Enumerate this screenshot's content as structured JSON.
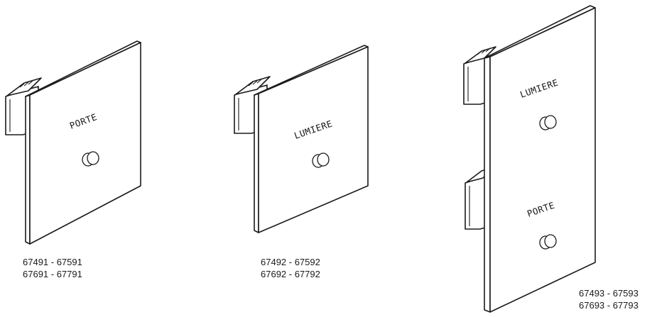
{
  "products": [
    {
      "labels": [
        "PORTE"
      ],
      "codes": [
        "67491 - 67591",
        "67691 - 67791"
      ]
    },
    {
      "labels": [
        "LUMIERE"
      ],
      "codes": [
        "67492 - 67592",
        "67692 - 67792"
      ]
    },
    {
      "labels": [
        "LUMIERE",
        "PORTE"
      ],
      "codes": [
        "67493 - 67593",
        "67693 - 67793"
      ]
    }
  ]
}
